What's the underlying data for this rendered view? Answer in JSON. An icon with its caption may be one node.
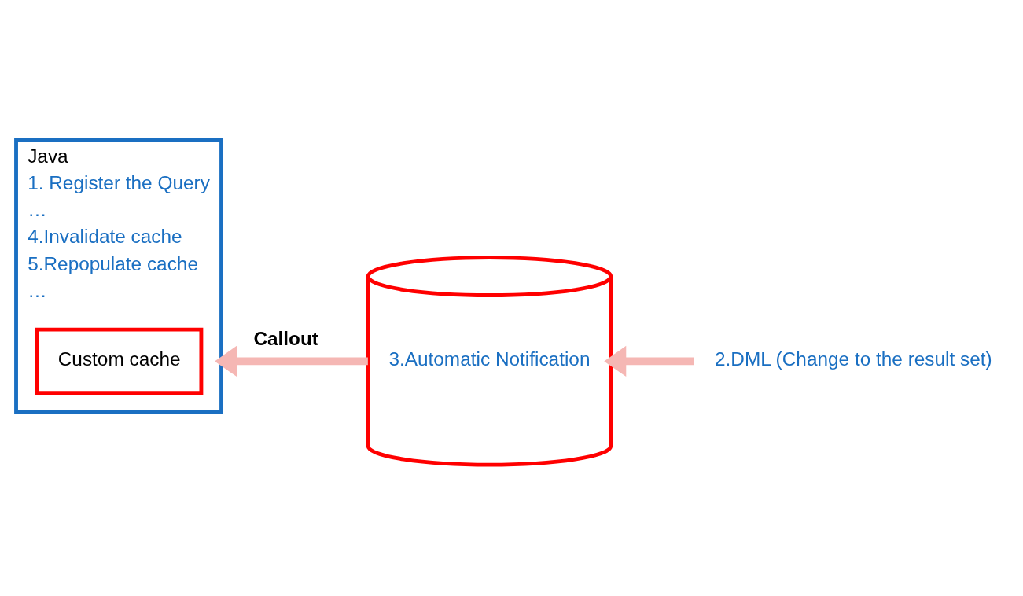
{
  "diagram": {
    "nodes": [
      {
        "text": [
          "Java",
          "1. Register the Query",
          "…",
          "4.Invalidate cache",
          "5.Repopulate cache",
          "…"
        ]
      },
      {
        "text": [
          "Custom cache"
        ],
        "in": 0
      },
      {
        "text": [
          "3.Automatic Notification"
        ]
      },
      {
        "text": [
          "2.DML (Change to the result set)"
        ]
      }
    ],
    "edges": [
      {
        "from": 3,
        "to": 2,
        "arrow": "to"
      },
      {
        "from": 2,
        "to": 0,
        "arrow": "to",
        "label": "Callout"
      }
    ]
  }
}
